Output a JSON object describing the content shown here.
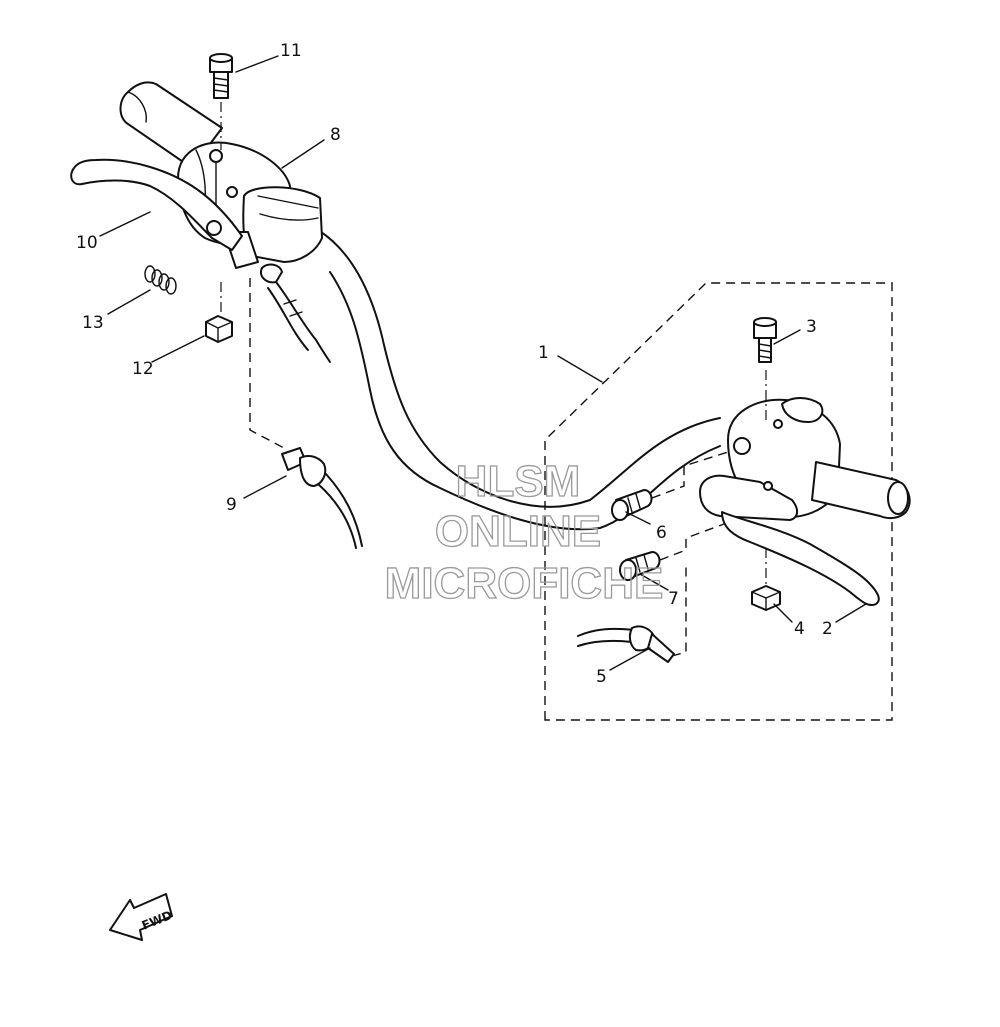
{
  "callouts": [
    {
      "id": "c1",
      "number": "1"
    },
    {
      "id": "c2",
      "number": "2"
    },
    {
      "id": "c3",
      "number": "3"
    },
    {
      "id": "c4",
      "number": "4"
    },
    {
      "id": "c5",
      "number": "5"
    },
    {
      "id": "c6",
      "number": "6"
    },
    {
      "id": "c7",
      "number": "7"
    },
    {
      "id": "c8",
      "number": "8"
    },
    {
      "id": "c9",
      "number": "9"
    },
    {
      "id": "c10",
      "number": "10"
    },
    {
      "id": "c11",
      "number": "11"
    },
    {
      "id": "c12",
      "number": "12"
    },
    {
      "id": "c13",
      "number": "13"
    }
  ],
  "watermark": {
    "line1": "HLSM",
    "line2": "ONLINE",
    "line3": "MICROFICHE"
  },
  "direction_badge": {
    "label": "FWD",
    "icon": "forward-arrow-icon"
  }
}
